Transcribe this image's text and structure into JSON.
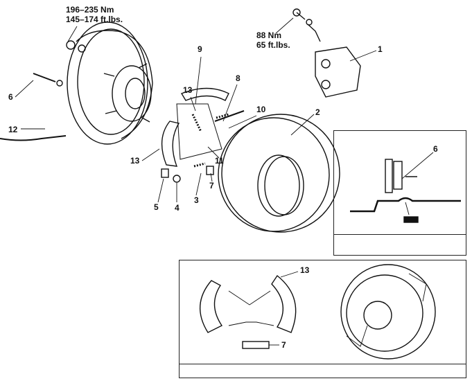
{
  "torque": {
    "hub_nut_nm": "196–235 Nm",
    "hub_nut_ftlbs": "145–174 ft.lbs.",
    "caliper_nm": "88 Nm",
    "caliper_ftlbs": "65 ft.lbs."
  },
  "callouts": {
    "c1": "1",
    "c2": "2",
    "c3": "3",
    "c4": "4",
    "c5": "5",
    "c6": "6",
    "c7": "7",
    "c8": "8",
    "c9": "9",
    "c10": "10",
    "c11": "11",
    "c12": "12",
    "c13a": "13",
    "c13b": "13"
  },
  "inset_sealant": {
    "label": "6"
  },
  "inset_shoes": {
    "label_13": "13",
    "label_7": "7"
  }
}
